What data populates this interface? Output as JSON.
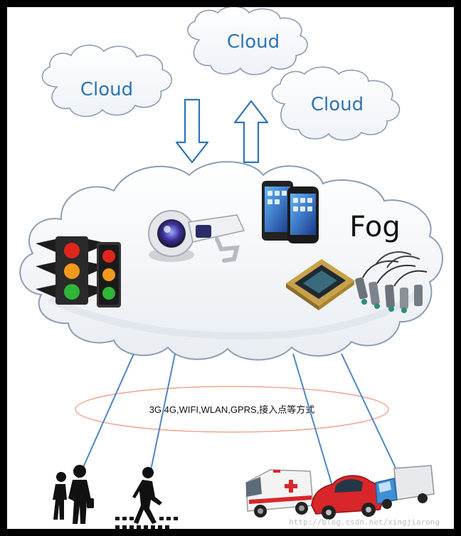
{
  "clouds": {
    "left": "Cloud",
    "top": "Cloud",
    "right": "Cloud"
  },
  "fog": {
    "label": "Fog"
  },
  "connectivity": {
    "label": "3G,4G,WIFI,WLAN,GPRS,接入点等方式"
  },
  "watermark": "http://blog.csdn.net/xingjiarong",
  "icons": [
    "traffic-light-icon",
    "security-camera-icon",
    "smartphone-icon",
    "processor-chip-icon",
    "proximity-sensor-icon",
    "pedestrians-icon",
    "crosswalk-walker-icon",
    "ambulance-icon",
    "red-car-icon",
    "delivery-truck-icon"
  ],
  "colors": {
    "cloud_outline": "#8c9db3",
    "cloud_text": "#2e74b5",
    "arrow": "#2e74b5",
    "link_line": "#4f86c6",
    "ellipse": "#f2a18a"
  }
}
